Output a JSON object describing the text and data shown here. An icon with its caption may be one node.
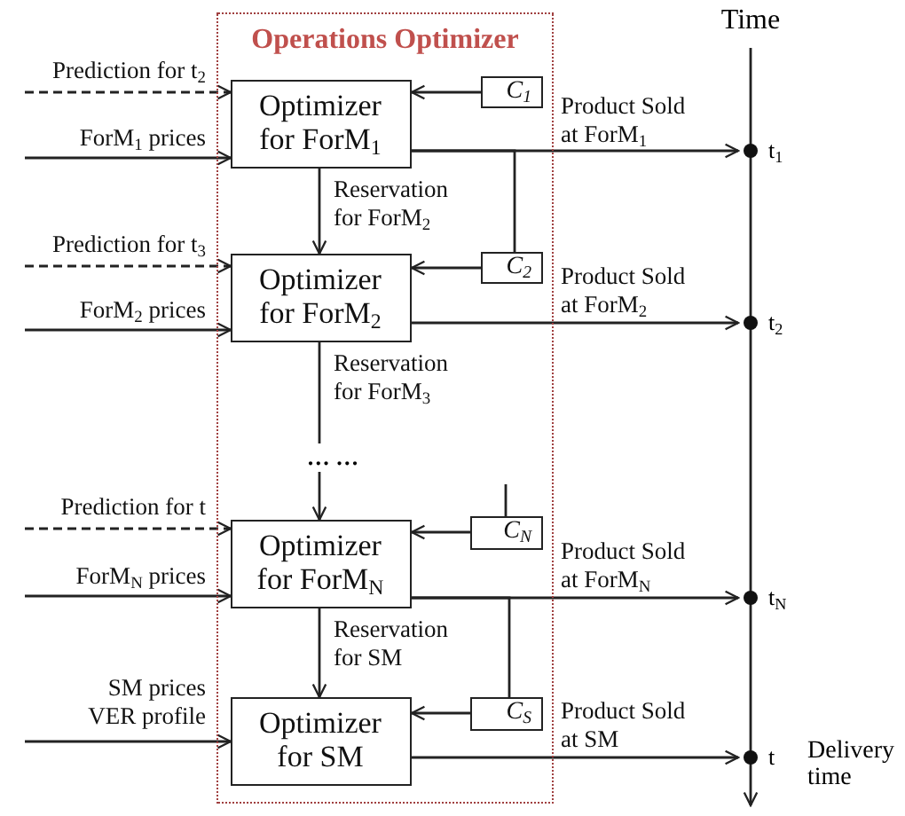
{
  "diagram": {
    "nodes": [
      {
        "text": [
          "Operations Optimizer"
        ]
      },
      {
        "text": [
          "Optimizer for ForM$_{1}$"
        ],
        "in": 0
      },
      {
        "text": [
          "C$_{1}$"
        ],
        "in": 0
      },
      {
        "text": [
          "Optimizer for ForM$_{2}$"
        ],
        "in": 0
      },
      {
        "text": [
          "C$_{2}$"
        ],
        "in": 0
      },
      {
        "text": [
          "… …"
        ],
        "in": 0
      },
      {
        "text": [
          "Optimizer for ForM$_{N}$"
        ],
        "in": 0
      },
      {
        "text": [
          "C$_{N}$"
        ],
        "in": 0
      },
      {
        "text": [
          "Optimizer for SM"
        ],
        "in": 0
      },
      {
        "text": [
          "C$_{S}$"
        ],
        "in": 0
      },
      {
        "text": [
          "t$_{1}$"
        ]
      },
      {
        "text": [
          "t$_{2}$"
        ]
      },
      {
        "text": [
          "t$_{N}$"
        ]
      },
      {
        "text": [
          "t"
        ],
        "beside": [
          "Delivery time"
        ]
      }
    ],
    "edges": [
      {
        "from": null,
        "to": 1,
        "arrow": "to",
        "style": "dashed",
        "label": "Prediction for t$_{2}$"
      },
      {
        "from": null,
        "to": 1,
        "arrow": "to",
        "label": "ForM$_{1}$ prices"
      },
      {
        "from": 2,
        "to": 1,
        "arrow": "to"
      },
      {
        "from": 1,
        "to": 10,
        "arrow": "to",
        "label": "Product Sold at ForM$_{1}$"
      },
      {
        "from": 1,
        "to": 4,
        "arrow": "none"
      },
      {
        "from": 1,
        "to": 3,
        "arrow": "to",
        "label": "Reservation for ForM$_{2}$"
      },
      {
        "from": null,
        "to": 3,
        "arrow": "to",
        "style": "dashed",
        "label": "Prediction for t$_{3}$"
      },
      {
        "from": null,
        "to": 3,
        "arrow": "to",
        "label": "ForM$_{2}$ prices"
      },
      {
        "from": 4,
        "to": 3,
        "arrow": "to"
      },
      {
        "from": 3,
        "to": 11,
        "arrow": "to",
        "label": "Product Sold at ForM$_{2}$"
      },
      {
        "from": 3,
        "to": 5,
        "arrow": "none",
        "label": "Reservation for ForM$_{3}$"
      },
      {
        "from": 5,
        "to": 6,
        "arrow": "to"
      },
      {
        "from": null,
        "to": 6,
        "arrow": "to",
        "style": "dashed",
        "label": "Prediction for t"
      },
      {
        "from": null,
        "to": 6,
        "arrow": "to",
        "label": "ForM$_{N}$ prices"
      },
      {
        "from": 7,
        "to": null,
        "arrow": "none"
      },
      {
        "from": 7,
        "to": 6,
        "arrow": "to"
      },
      {
        "from": 6,
        "to": 12,
        "arrow": "to",
        "label": "Product Sold at ForM$_{N}$"
      },
      {
        "from": 6,
        "to": 9,
        "arrow": "none"
      },
      {
        "from": 6,
        "to": 8,
        "arrow": "to",
        "label": "Reservation for SM"
      },
      {
        "from": null,
        "to": 8,
        "arrow": "to",
        "label": "SM prices VER profile"
      },
      {
        "from": 9,
        "to": 8,
        "arrow": "to"
      },
      {
        "from": 8,
        "to": 13,
        "arrow": "to",
        "label": "Product Sold at SM"
      }
    ],
    "labels": [
      "Time"
    ]
  }
}
